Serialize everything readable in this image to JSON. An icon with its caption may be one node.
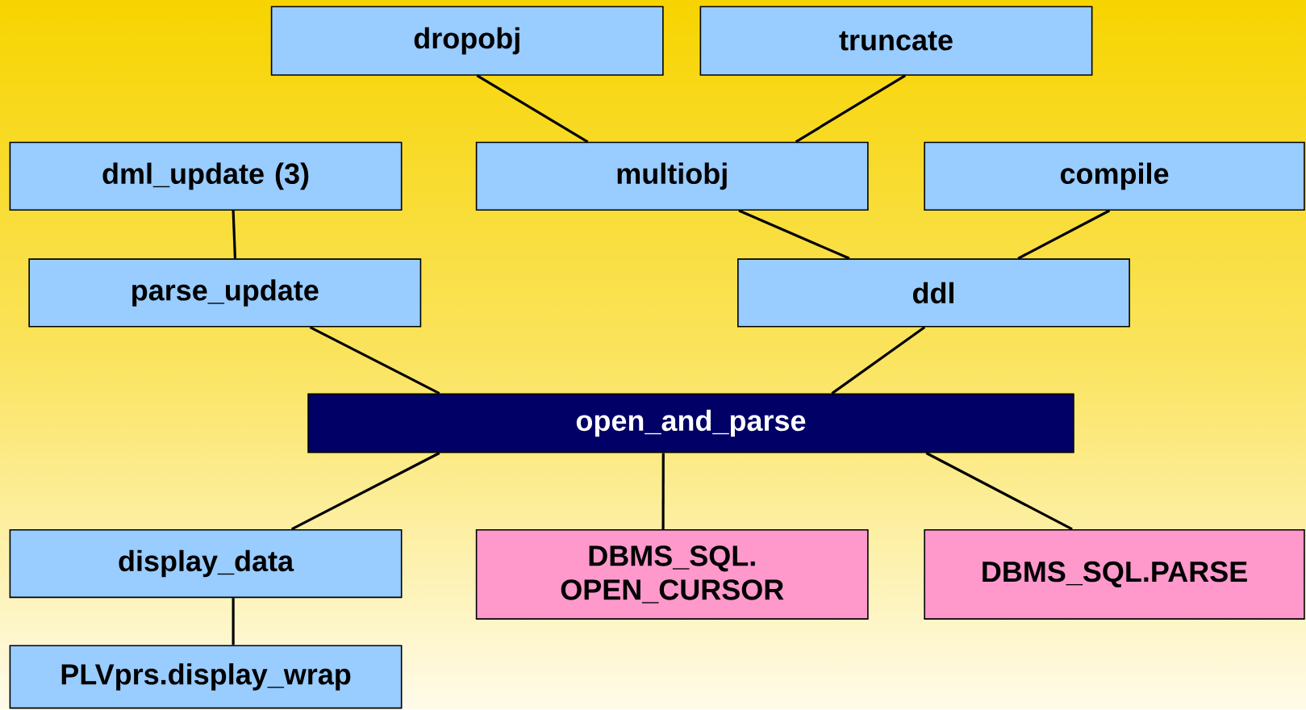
{
  "diagram": {
    "nodes": [
      {
        "text": [
          "dropobj"
        ]
      },
      {
        "text": [
          "truncate"
        ]
      },
      {
        "text": [
          "dml_update (3)"
        ]
      },
      {
        "text": [
          "multiobj"
        ]
      },
      {
        "text": [
          "compile"
        ]
      },
      {
        "text": [
          "parse_update"
        ]
      },
      {
        "text": [
          "ddl"
        ]
      },
      {
        "text": [
          "open_and_parse"
        ]
      },
      {
        "text": [
          "display_data"
        ]
      },
      {
        "text": [
          "DBMS_SQL. OPEN_CURSOR"
        ]
      },
      {
        "text": [
          "DBMS_SQL.PARSE"
        ]
      },
      {
        "text": [
          "PLVprs.display_wrap"
        ]
      }
    ],
    "edges": [
      {
        "from": 0,
        "to": 3,
        "arrow": "none"
      },
      {
        "from": 1,
        "to": 3,
        "arrow": "none"
      },
      {
        "from": 3,
        "to": 6,
        "arrow": "none"
      },
      {
        "from": 4,
        "to": 6,
        "arrow": "none"
      },
      {
        "from": 2,
        "to": 5,
        "arrow": "none"
      },
      {
        "from": 5,
        "to": 7,
        "arrow": "none"
      },
      {
        "from": 6,
        "to": 7,
        "arrow": "none"
      },
      {
        "from": 7,
        "to": 8,
        "arrow": "none"
      },
      {
        "from": 7,
        "to": 9,
        "arrow": "none"
      },
      {
        "from": 7,
        "to": 10,
        "arrow": "none"
      },
      {
        "from": 8,
        "to": 11,
        "arrow": "none"
      }
    ]
  }
}
